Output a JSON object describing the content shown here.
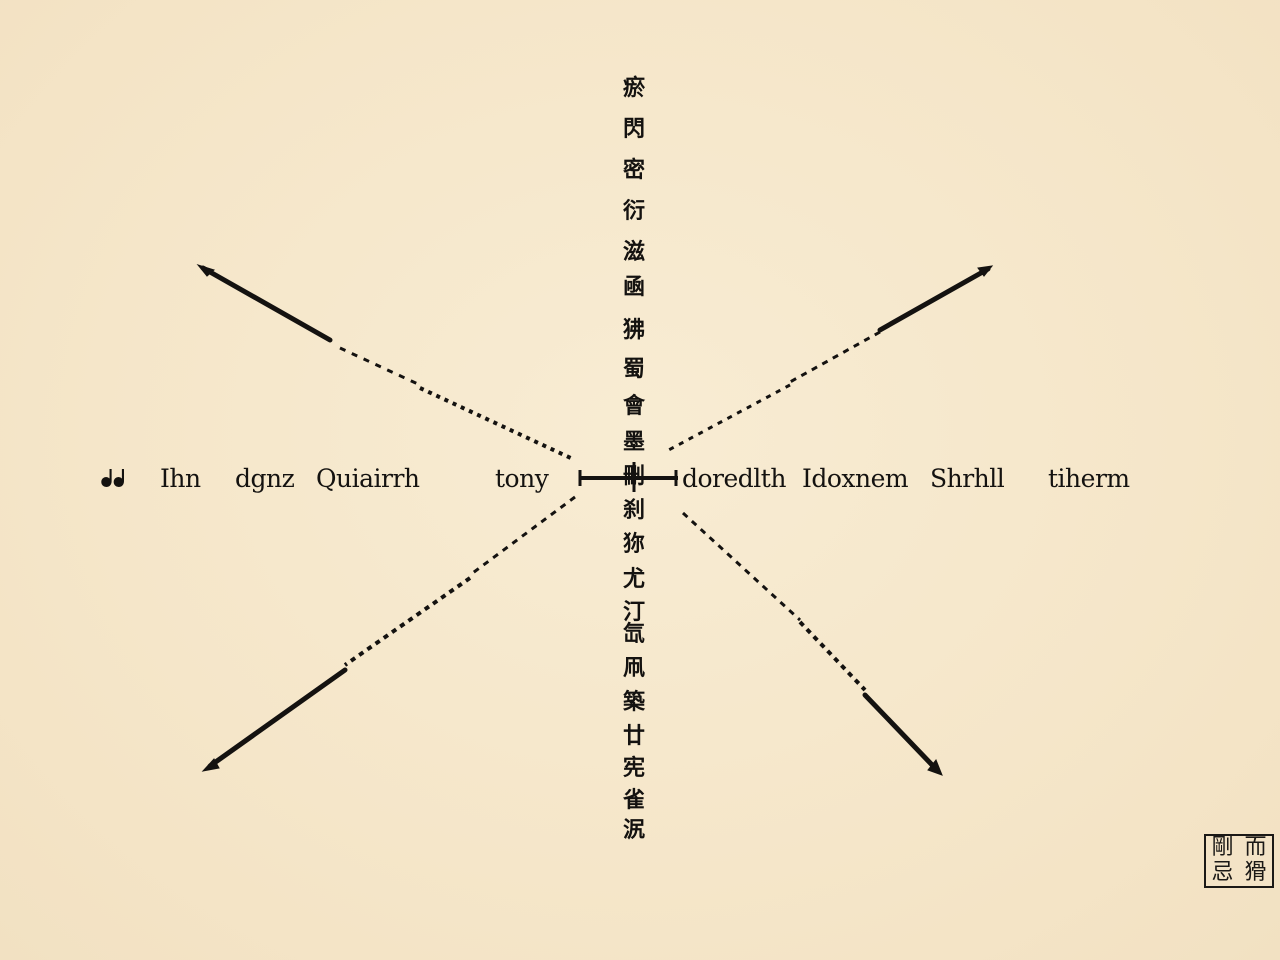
{
  "center_labels": {
    "left": [
      "ᖱᖱ",
      "Ihn",
      "dgnz",
      "Quiairrh",
      "tony"
    ],
    "right": [
      "doredlth",
      "Idoxnem",
      "Shrhll",
      "tiherm"
    ]
  },
  "vertical_upper": [
    "瘀",
    "閃",
    "密",
    "衍",
    "滋",
    "凾",
    "狒",
    "蜀",
    "會",
    "墨"
  ],
  "vertical_lower": [
    "刪",
    "刹",
    "狝",
    "尤",
    "汀",
    "氙",
    "凧",
    "築",
    "廿",
    "宪",
    "雀",
    "泦"
  ],
  "seal": [
    "剛",
    "而",
    "忌",
    "猾"
  ],
  "colors": {
    "paper": "#f6e8cc",
    "ink": "#141210"
  }
}
